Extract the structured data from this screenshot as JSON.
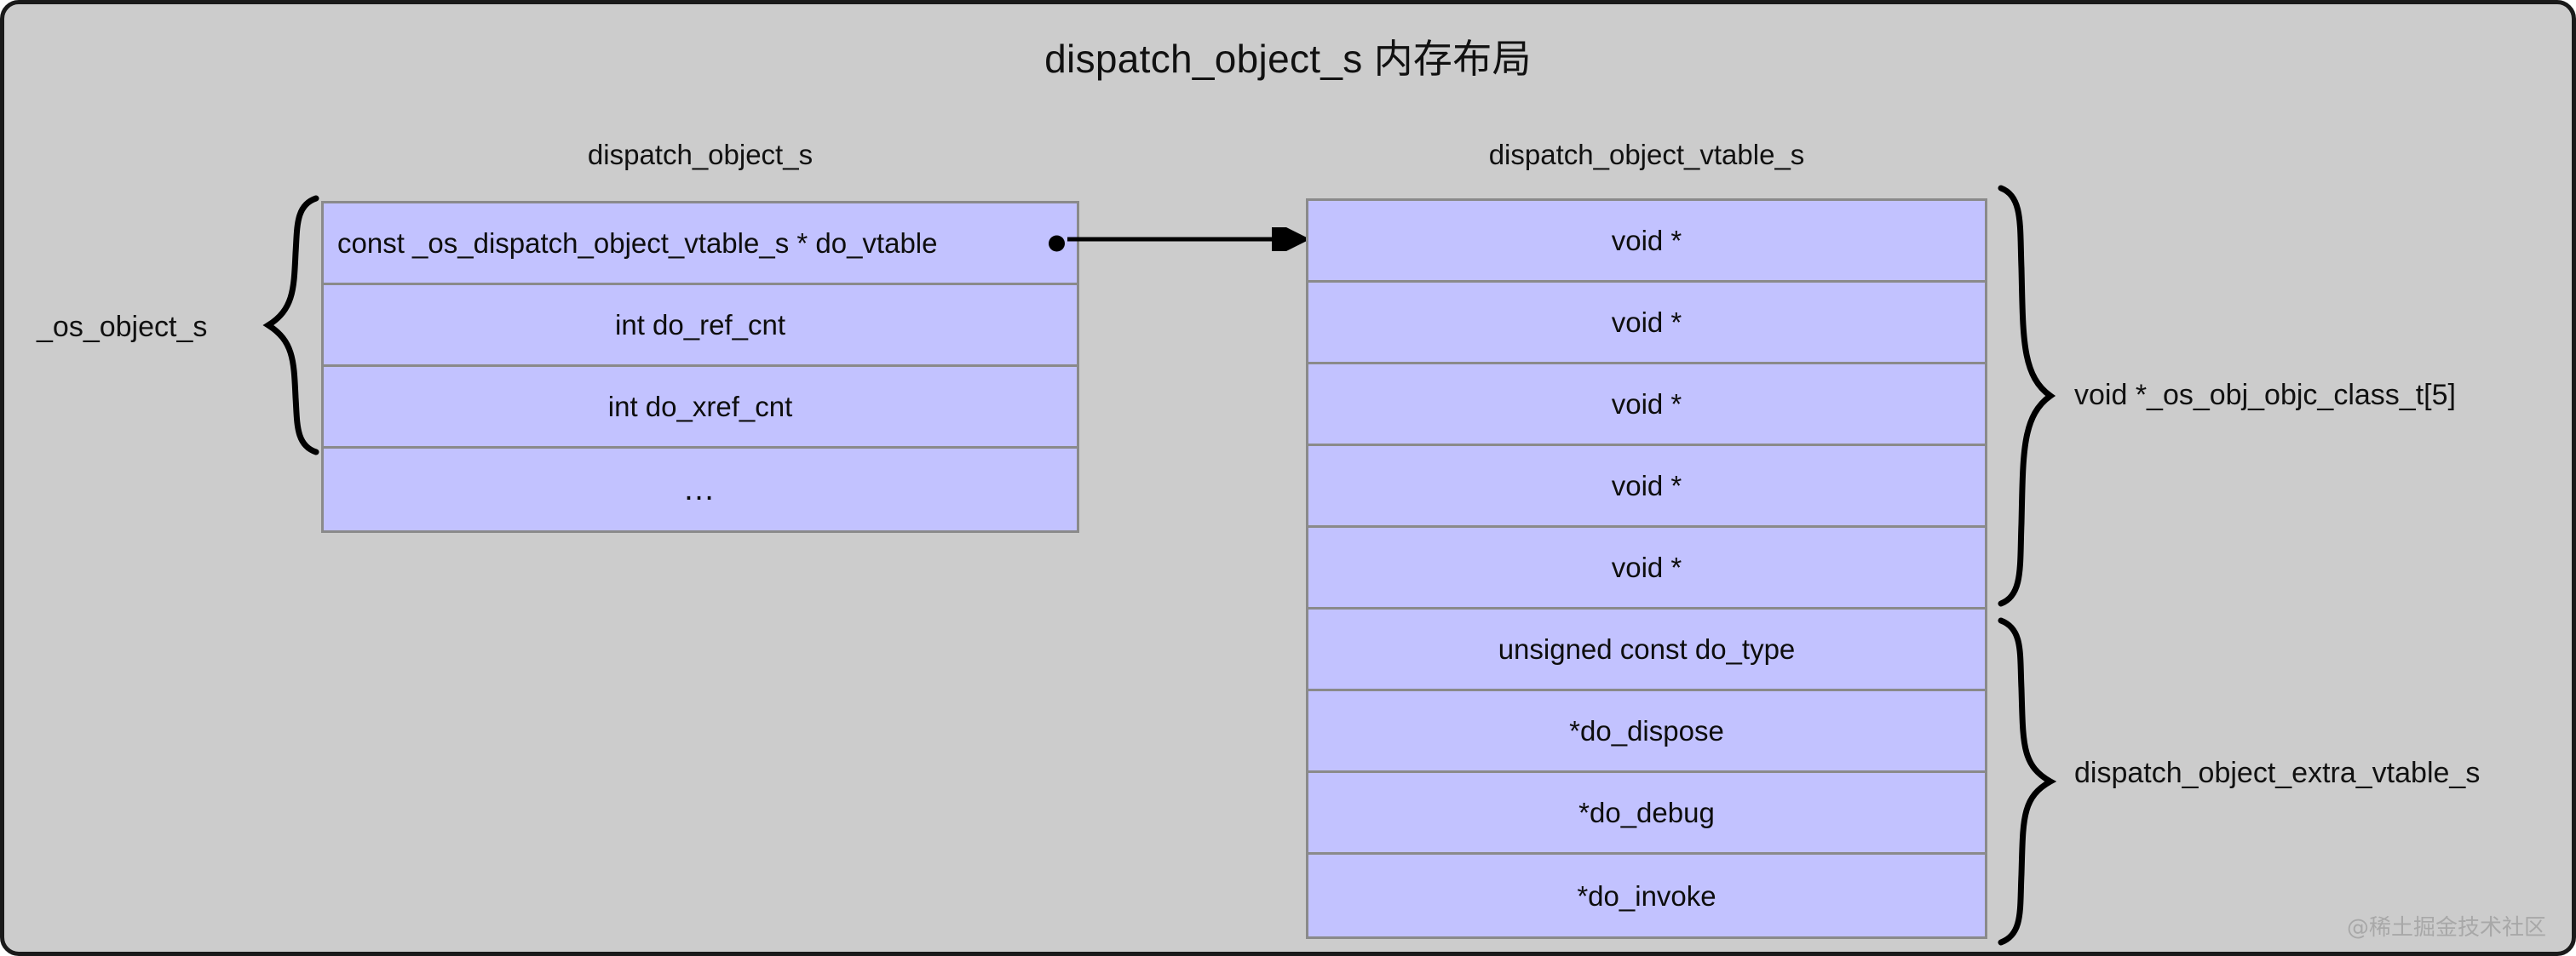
{
  "diagram": {
    "title": "dispatch_object_s 内存布局",
    "background_color": "#cccccc",
    "cell_fill_color": "#c2c2ff",
    "cell_border_color": "#8a8a8a",
    "outline_color": "#1a1a1a"
  },
  "left_struct": {
    "header": "dispatch_object_s",
    "brace_label": "_os_object_s",
    "rows": [
      {
        "text": "const _os_dispatch_object_vtable_s * do_vtable",
        "has_pointer_dot": true
      },
      {
        "text": "int do_ref_cnt",
        "has_pointer_dot": false
      },
      {
        "text": "int do_xref_cnt",
        "has_pointer_dot": false
      },
      {
        "text": "…",
        "has_pointer_dot": false
      }
    ]
  },
  "right_struct": {
    "header": "dispatch_object_vtable_s",
    "rows": [
      {
        "text": "void *"
      },
      {
        "text": "void *"
      },
      {
        "text": "void *"
      },
      {
        "text": "void *"
      },
      {
        "text": "void *"
      },
      {
        "text": "unsigned const do_type"
      },
      {
        "text": "*do_dispose"
      },
      {
        "text": "*do_debug"
      },
      {
        "text": "*do_invoke"
      }
    ],
    "group_braces": [
      {
        "label": "void *_os_obj_objc_class_t[5]",
        "covers_rows": [
          1,
          5
        ]
      },
      {
        "label": "dispatch_object_extra_vtable_s",
        "covers_rows": [
          6,
          9
        ]
      }
    ]
  },
  "connector": {
    "from": "left_struct.rows.0",
    "to": "right_struct.rows.0",
    "style": "arrow",
    "color": "#000000"
  },
  "watermark": "@稀土掘金技术社区"
}
